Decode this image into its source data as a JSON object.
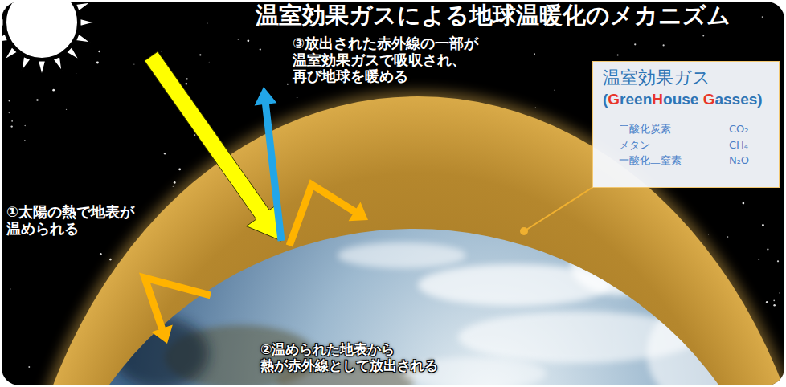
{
  "diagram": {
    "title": "温室効果ガスによる地球温暖化のメカニズム",
    "nodes": [
      {
        "text": [
          "温室効果ガス",
          "(GreenHouse Gasses)",
          "二酸化炭素",
          "CO₂",
          "メタン",
          "CH₄",
          "一酸化二窒素",
          "N₂O"
        ]
      }
    ],
    "labels": [
      "①太陽の熱で地表が 温められる",
      "②温められた地表から 熱が赤外線として放出される",
      "③放出された赤外線の一部が 温室効果ガスで吸収され、 再び地球を暖める"
    ]
  }
}
